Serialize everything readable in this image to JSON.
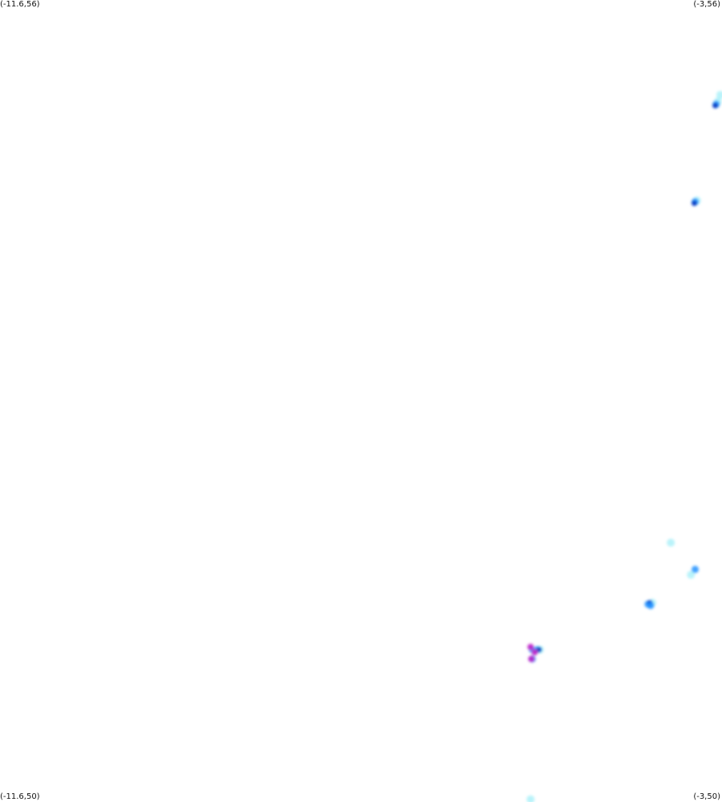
{
  "map": {
    "corners": {
      "top_left": "(-11.6,56)",
      "top_right": "(-3,56)",
      "bottom_left": "(-11.6,50)",
      "bottom_right": "(-3,50)"
    },
    "bounds": {
      "lon_min": -11.6,
      "lon_max": -3,
      "lat_min": 50,
      "lat_max": 56
    },
    "colors": {
      "background": "#ffffff",
      "low": "#7fe9f5",
      "mid": "#1e90ff",
      "high": "#0b3fc4",
      "peak": "#c020c8"
    },
    "clusters": [
      {
        "lon": -3.05,
        "lat": 55.24,
        "points": [
          {
            "dlon": 0.0,
            "dlat": 0.0,
            "level": "low"
          },
          {
            "dlon": 0.03,
            "dlat": 0.05,
            "level": "low"
          },
          {
            "dlon": -0.02,
            "dlat": -0.02,
            "level": "mid"
          },
          {
            "dlon": -0.03,
            "dlat": -0.03,
            "level": "high"
          }
        ]
      },
      {
        "lon": -3.32,
        "lat": 54.49,
        "points": [
          {
            "dlon": 0.02,
            "dlat": 0.01,
            "level": "low"
          },
          {
            "dlon": 0.0,
            "dlat": 0.0,
            "level": "mid"
          },
          {
            "dlon": -0.01,
            "dlat": -0.01,
            "level": "high"
          }
        ]
      },
      {
        "lon": -3.61,
        "lat": 51.94,
        "points": [
          {
            "dlon": 0.0,
            "dlat": 0.0,
            "level": "low"
          }
        ]
      },
      {
        "lon": -3.34,
        "lat": 51.72,
        "points": [
          {
            "dlon": 0.02,
            "dlat": 0.02,
            "level": "mid"
          },
          {
            "dlon": -0.03,
            "dlat": -0.02,
            "level": "low"
          }
        ]
      },
      {
        "lon": -3.86,
        "lat": 51.48,
        "points": [
          {
            "dlon": 0.03,
            "dlat": 0.01,
            "level": "low"
          },
          {
            "dlon": -0.02,
            "dlat": 0.0,
            "level": "mid"
          },
          {
            "dlon": 0.0,
            "dlat": 0.01,
            "level": "high"
          },
          {
            "dlon": 0.01,
            "dlat": -0.01,
            "level": "mid"
          }
        ]
      },
      {
        "lon": -5.26,
        "lat": 51.14,
        "points": [
          {
            "dlon": 0.0,
            "dlat": 0.0,
            "level": "mid"
          },
          {
            "dlon": 0.06,
            "dlat": 0.0,
            "level": "mid"
          },
          {
            "dlon": 0.09,
            "dlat": 0.0,
            "level": "low"
          },
          {
            "dlon": 0.08,
            "dlat": 0.0,
            "level": "high"
          },
          {
            "dlon": 0.0,
            "dlat": -0.07,
            "level": "mid"
          },
          {
            "dlon": -0.02,
            "dlat": 0.02,
            "level": "peak"
          },
          {
            "dlon": 0.03,
            "dlat": -0.02,
            "level": "peak"
          },
          {
            "dlon": -0.01,
            "dlat": -0.07,
            "level": "peak"
          }
        ]
      },
      {
        "lon": -5.28,
        "lat": 50.02,
        "points": [
          {
            "dlon": 0.0,
            "dlat": 0.0,
            "level": "low"
          }
        ]
      }
    ]
  }
}
